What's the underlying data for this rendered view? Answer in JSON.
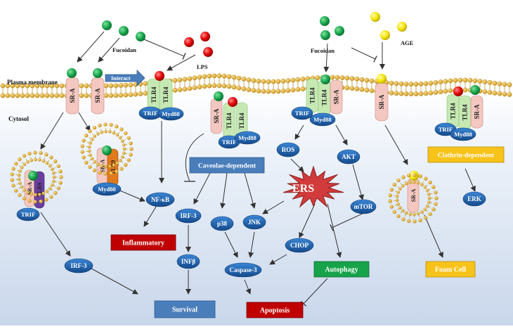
{
  "labels": {
    "fucoidan_left": "Fucoidan",
    "lps": "LPS",
    "fucoidan_right": "Fucoidan",
    "age": "AGE",
    "plasma_membrane": "Plasma membrane",
    "cytosol": "Cytosol",
    "interact": "Interact"
  },
  "receptors": {
    "sra": "SR-A",
    "tlr4": "TLR4",
    "tlr9": "TLR9"
  },
  "adaptors": {
    "trif": "TRIF",
    "myd88": "Myd88"
  },
  "nodes": {
    "nfkb": "NF-κB",
    "irf3_left": "IRF-3",
    "irf3_mid": "IRF-3",
    "infb": "INFβ",
    "p38": "p38",
    "jnk": "JNK",
    "caspase3": "Caspase-3",
    "ros": "ROS",
    "akt": "AKT",
    "mtor": "mTOR",
    "chop": "CHOP",
    "erk": "ERK",
    "ers": "ERS"
  },
  "outcomes": {
    "inflammatory": "Inflammatory",
    "survival": "Survival",
    "apoptosis": "Apoptosis",
    "autophagy": "Autophagy",
    "foam_cell": "Foam Cell",
    "caveolae": "Caveolae-dependent",
    "clathrin": "Clathrin-dependent"
  },
  "colors": {
    "membrane_head": "#d9a520",
    "sra_fill": "#f4c7c0",
    "tlr4_fill": "#c6e9b4",
    "tlr9_fill": "#e07a1c",
    "ellipse_blue": "#1f63b5",
    "red_box": "#c00000",
    "blue_box": "#4a7ebb",
    "green_box": "#16a34a",
    "yellow_box": "#f7c31b",
    "ers_red": "#d23b3b",
    "ligand_green": "#16a34a",
    "ligand_red": "#e00000",
    "ligand_yellow": "#f4e300"
  }
}
